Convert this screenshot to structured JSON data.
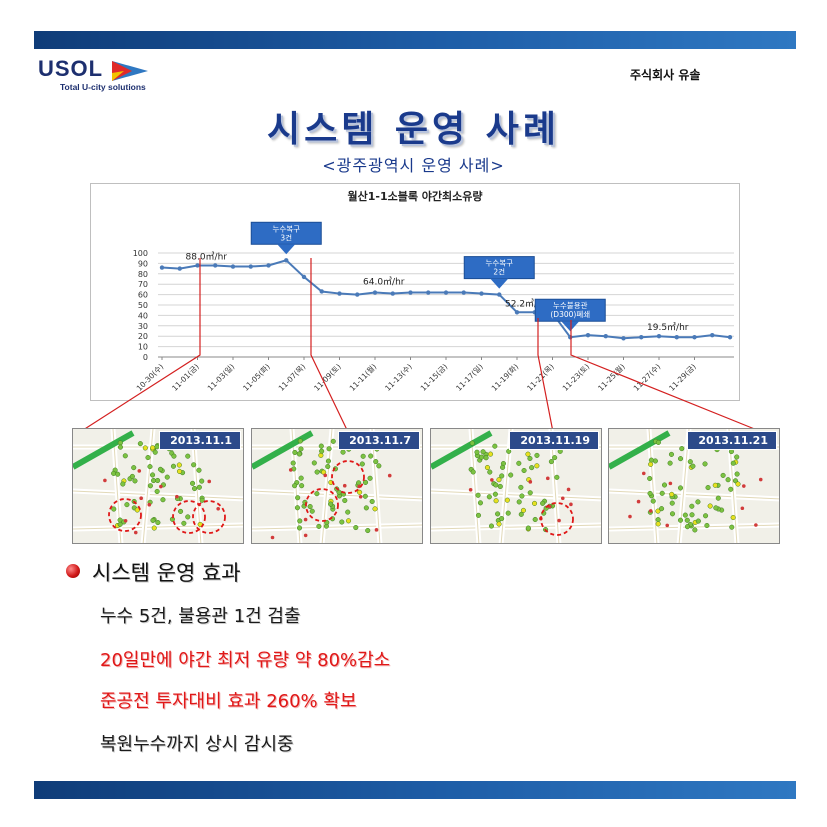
{
  "header": {
    "logo_text": "USOL",
    "logo_tagline": "Total U-city solutions",
    "company": "주식회사 유솔"
  },
  "title": "시스템 운영 사례",
  "subtitle": "<광주광역시 운영 사례>",
  "chart_data": {
    "type": "line",
    "title": "월산1-1소블록 야간최소유량",
    "ylim": [
      0,
      100
    ],
    "yticks": [
      0,
      10,
      20,
      30,
      40,
      50,
      60,
      70,
      80,
      90,
      100
    ],
    "xtick_labels": [
      "10-30(수)",
      "11-01(금)",
      "11-03(일)",
      "11-05(화)",
      "11-07(목)",
      "11-09(토)",
      "11-11(월)",
      "11-13(수)",
      "11-15(금)",
      "11-17(일)",
      "11-19(화)",
      "11-21(목)",
      "11-23(토)",
      "11-25(월)",
      "11-27(수)",
      "11-29(금)"
    ],
    "values": [
      86,
      85,
      88,
      88,
      87,
      87,
      88,
      93,
      77,
      63,
      61,
      60,
      62,
      61,
      62,
      62,
      62,
      62,
      61,
      60,
      43,
      43,
      42,
      19,
      21,
      20,
      18,
      19,
      20,
      19,
      19,
      21,
      19
    ],
    "grid": true,
    "annotations": [
      {
        "text": "88.0㎥/hr",
        "x_index": 2,
        "y": 88
      },
      {
        "text": "64.0㎥/hr",
        "x_index": 12,
        "y": 64
      },
      {
        "text": "52.2㎥/hr",
        "x_index": 20,
        "y": 43
      },
      {
        "text": "19.5㎥/hr",
        "x_index": 28,
        "y": 20
      }
    ],
    "callouts": [
      {
        "lines": [
          "누수복구",
          "3건"
        ],
        "x_index": 7
      },
      {
        "lines": [
          "누수복구",
          "2건"
        ],
        "x_index": 19
      },
      {
        "lines": [
          "누수불용관",
          "(D300)폐쇄"
        ],
        "x_index": 23
      }
    ]
  },
  "maps": [
    {
      "date": "2013.11.1"
    },
    {
      "date": "2013.11.7"
    },
    {
      "date": "2013.11.19"
    },
    {
      "date": "2013.11.21"
    }
  ],
  "effects": {
    "heading": "시스템 운영 효과",
    "items": [
      "누수 5건, 불용관 1건 검출",
      "20일만에 야간 최저 유량 약 80%감소",
      "준공전 투자대비 효과 260% 확보",
      "복원누수까지 상시 감시중"
    ]
  }
}
